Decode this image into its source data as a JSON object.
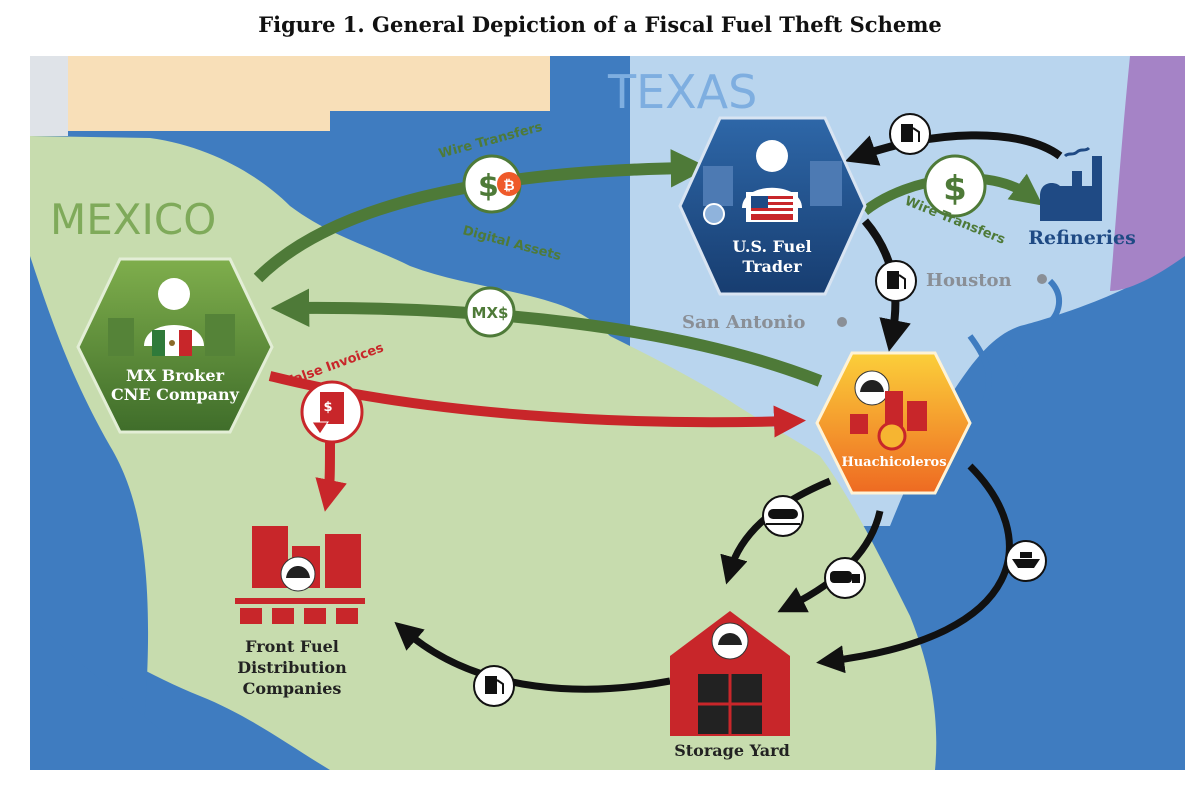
{
  "title": "Figure 1. General Depiction of a Fiscal Fuel Theft Scheme",
  "regions": {
    "texas": "TEXAS",
    "mexico": "MEXICO"
  },
  "cities": {
    "houston": "Houston",
    "san_antonio": "San Antonio"
  },
  "nodes": {
    "us_trader": {
      "line1": "U.S. Fuel",
      "line2": "Trader"
    },
    "mx_broker": {
      "line1": "MX Broker",
      "line2": "CNE Company"
    },
    "huachicoleros": "Huachicoleros",
    "refineries": "Refineries",
    "front_fuel": {
      "line1": "Front Fuel",
      "line2": "Distribution",
      "line3": "Companies"
    },
    "storage_yard": "Storage Yard"
  },
  "flows": {
    "wire_transfers_top": "Wire Transfers",
    "digital_assets": "Digital Assets",
    "wire_transfers_right": "Wire Transfers",
    "mxs": "MX$",
    "false_invoices": "False Invoices",
    "dollar_sign": "$"
  },
  "colors": {
    "land": "#c7dcae",
    "water_gulf": "#3f7cc0",
    "water_texas": "#b9d5ee",
    "texas_text": "#7eaee0",
    "mexico_text": "#7faa5a",
    "peach": "#f8dfb8",
    "purple": "#a583c6",
    "green_arrow": "#4e7a38",
    "red_arrow": "#c8262a",
    "navy": "#1f4a84",
    "orange": "#f3961f"
  }
}
